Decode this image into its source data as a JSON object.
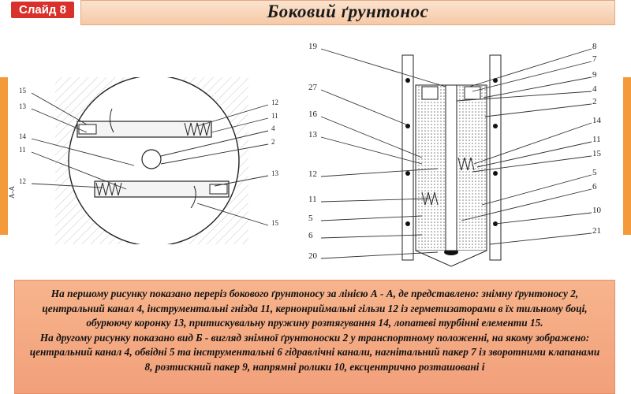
{
  "header": {
    "slide_label": "Слайд 8",
    "title": "Боковий ґрунтонос"
  },
  "figure_section": {
    "side_label": "А-А",
    "labels": [
      "15",
      "13",
      "14",
      "11",
      "12",
      "12",
      "11",
      "4",
      "2",
      "13",
      "15"
    ]
  },
  "figure_view": {
    "left_labels": [
      "19",
      "27",
      "16",
      "13",
      "12",
      "11",
      "5",
      "6",
      "20"
    ],
    "right_labels": [
      "8",
      "7",
      "9",
      "4",
      "2",
      "14",
      "11",
      "15",
      "5",
      "6",
      "10",
      "21"
    ]
  },
  "description": {
    "paragraph1": "На першому рисунку показано переріз бокового ґрунтоносу за лінією А - А, де представлено: знімну ґрунтоносу 2, центральний канал 4, інструментальні гнізда 11, кернонриймальні гільзи 12 із герметизаторами в їх тильному боці, обурюючу коронку 13, притискувальну пружину розтягування 14, лопатеві турбінні елементи 15.",
    "paragraph2": "На другому рисунку показано вид Б - вигляд знімної ґрунтоноски 2 у транспортному положенні, на якому зображено: центральний канал 4, обвідні 5 та інструментальні 6 гідравлічні канали, нагнітальний пакер 7 із зворотними клапанами 8, розтискний пакер 9, напрямні ролики 10, ексцентрично розташовані і"
  },
  "colors": {
    "accent_red": "#d9302b",
    "accent_orange": "#f59a3a",
    "callout_bg": "#f4a982"
  }
}
